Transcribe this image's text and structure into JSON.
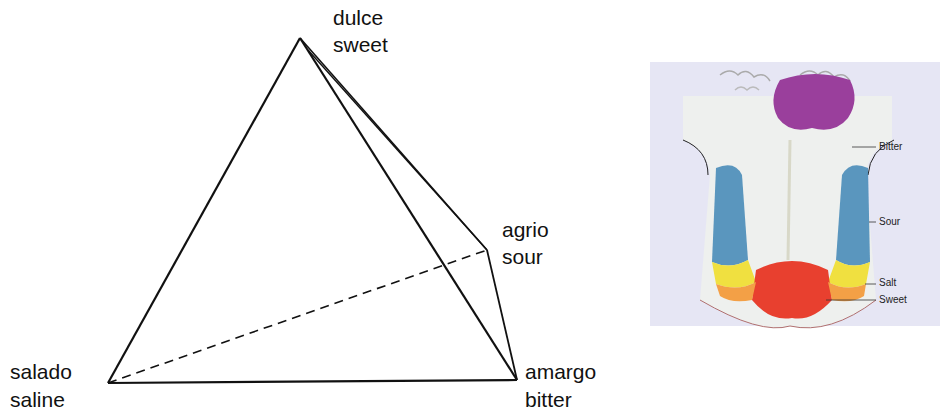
{
  "diagram": {
    "labels": [
      "dulce",
      "sweet",
      "agrio",
      "sour",
      "salado",
      "saline",
      "amargo",
      "bitter",
      "Bitter",
      "Sour",
      "Salt",
      "Sweet"
    ]
  }
}
